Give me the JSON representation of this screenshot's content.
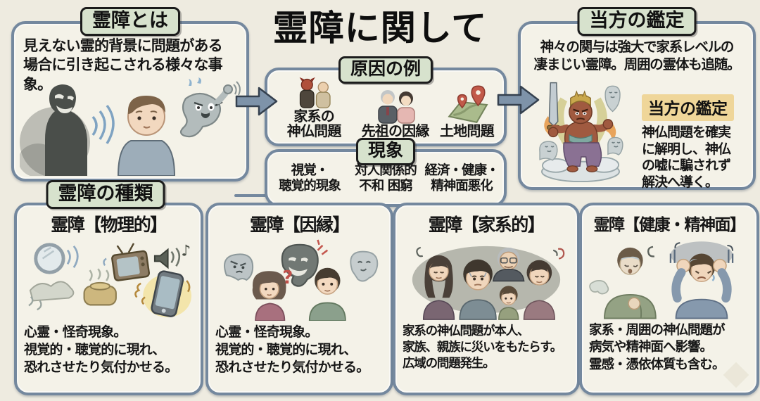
{
  "title": "霊障に関して",
  "colors": {
    "background": "#eeebe0",
    "panel_fill": "#f4f2e8",
    "panel_border": "#74889e",
    "badge_fill": "#d7e2cd",
    "badge_border": "#1c1c1c",
    "highlight_fill": "#efd699",
    "arrow_fill": "#7e93a9",
    "text": "#161616"
  },
  "definition": {
    "badge": "霊障とは",
    "lines": [
      "見えない霊的背景に問題がある",
      "場合に引き起こされる様々な事象。"
    ],
    "illustration": "shadow-figure-whispering-to-boy-with-angry-ghost"
  },
  "causes": {
    "badge": "原因の例",
    "items": [
      {
        "icon": "demon-and-monk-icon",
        "label_lines": [
          "家系の",
          "神仏問題"
        ]
      },
      {
        "icon": "ancestor-couple-icon",
        "label_lines": [
          "先祖の因縁"
        ]
      },
      {
        "icon": "land-map-pins-icon",
        "label_lines": [
          "土地問題"
        ]
      }
    ]
  },
  "phenomena": {
    "badge": "現象",
    "items": [
      {
        "lines": [
          "視覚・",
          "聴覚的現象"
        ]
      },
      {
        "lines": [
          "対人関係的",
          "不和 困窮"
        ]
      },
      {
        "lines": [
          "経済・健康・",
          "精神面悪化"
        ]
      }
    ]
  },
  "appraisal": {
    "badge": "当方の鑑定",
    "lines": [
      "神々の関与は強大で家系レベルの",
      "凄まじい霊障。周囲の霊体も追随。"
    ],
    "highlight": "当方の鑑定",
    "detail_lines": [
      "神仏問題を確実",
      "に解明し、神仏",
      "の嘘に騙されず",
      "解決へ導く。"
    ],
    "illustration": "wisdom-king-deity-with-sword-flames-and-ghosts"
  },
  "types_badge": "霊障の種類",
  "types": [
    {
      "title": "霊障【物理的】",
      "lines": [
        "心霊・怪奇現象。",
        "視覚的・聴覚的に現れ、",
        "恐れさせたり気付かせる。"
      ],
      "illustration": "mirror-tv-speaker-phone-poltergeist"
    },
    {
      "title": "霊障【因縁】",
      "lines": [
        "心霊・怪奇現象。",
        "視覚的・聴覚的に現れ、",
        "恐れさせたり気付かせる。"
      ],
      "illustration": "ghosts-haunting-woman-and-man"
    },
    {
      "title": "霊障【家系的】",
      "lines": [
        "家系の神仏問題が本人、",
        "家族、親族に災いをもたらす。",
        "広域の問題発生。"
      ],
      "illustration": "distressed-family-group"
    },
    {
      "title": "霊障【健康・精神面】",
      "lines": [
        "家系・周囲の神仏問題が",
        "病気や精神面へ影響。",
        "霊感・憑依体質も含む。"
      ],
      "illustration": "man-chest-pain-and-man-headache"
    }
  ]
}
